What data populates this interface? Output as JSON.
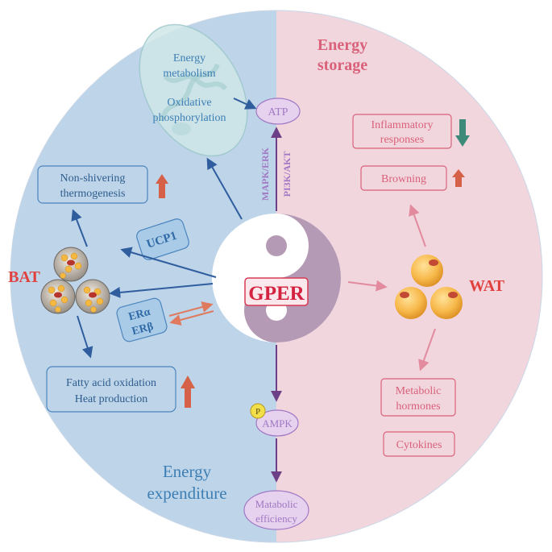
{
  "center": {
    "label": "GPER"
  },
  "sections": {
    "storage": {
      "line1": "Energy",
      "line2": "storage"
    },
    "expenditure": {
      "line1": "Energy",
      "line2": "expenditure"
    }
  },
  "mitochondria": {
    "line1": "Energy",
    "line2": "metabolism",
    "line3": "Oxidative",
    "line4": "phosphorylation"
  },
  "atp": "ATP",
  "pathways": {
    "mapk": "MAPK/ERK",
    "pi3k": "PI3K/AKT"
  },
  "bat": {
    "label": "BAT",
    "thermogenesis": {
      "line1": "Non-shivering",
      "line2": "thermogenesis",
      "trend": "up"
    },
    "ucp1": "UCP1",
    "receptors": {
      "line1": "ERα",
      "line2": "ERβ"
    },
    "fatty_acid": {
      "line1": "Fatty acid oxidation",
      "line2": "Heat production",
      "trend": "up"
    }
  },
  "wat": {
    "label": "WAT",
    "inflammatory": {
      "line1": "Inflammatory",
      "line2": "responses",
      "trend": "down"
    },
    "browning": {
      "label": "Browning",
      "trend": "up"
    },
    "metabolic_hormones": {
      "line1": "Metabolic",
      "line2": "hormones"
    },
    "cytokines": "Cytokines"
  },
  "ampk": {
    "phospho": "P",
    "label": "AMPK"
  },
  "efficiency": {
    "line1": "Matabolic",
    "line2": "efficiency"
  },
  "colors": {
    "bat_side": "#bdd4e9",
    "wat_side": "#f2d6dd",
    "blue_arrow": "#2f5d9e",
    "pink_arrow": "#e28b9e",
    "purple_arrow": "#6c3f86",
    "up_arrow": "#d56148",
    "down_arrow": "#3e8a78"
  }
}
